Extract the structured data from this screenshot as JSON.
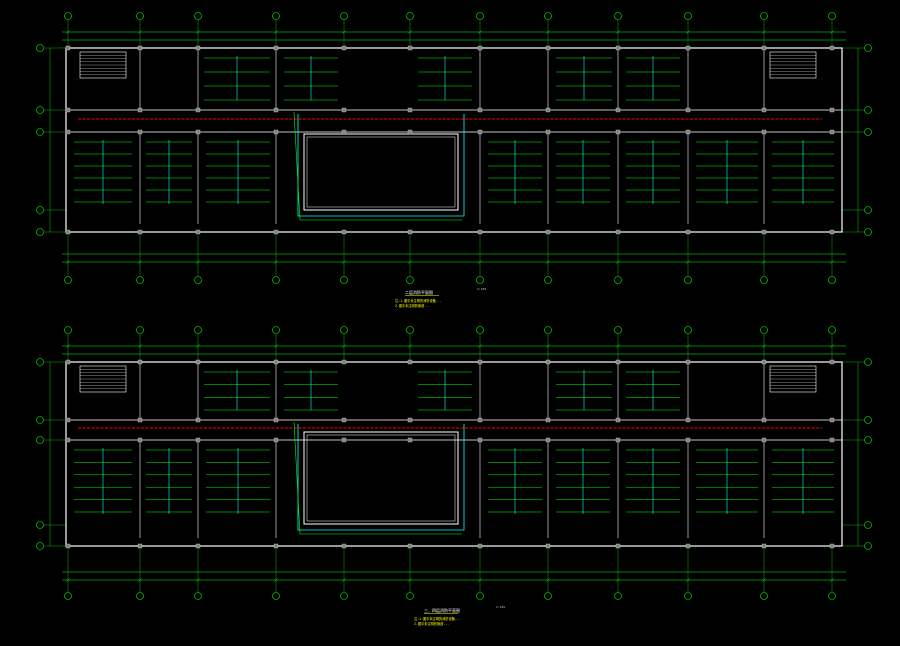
{
  "drawing": {
    "colors": {
      "background": "#000000",
      "dimension": "#00ff00",
      "grid_circle": "#00ff00",
      "wall": "#ffffff",
      "duct_main": "#ff0000",
      "branch_cyan": "#00ffff",
      "branch_green": "#00ff00",
      "note_text": "#ffff00",
      "column": "#c0c0c0"
    },
    "plans": [
      {
        "id": "plan-top",
        "title": "二层消防平面图",
        "scale": "1:125",
        "notes": [
          "注:1.图中未注明的消防设备...",
          "2.图中未注明的管道..."
        ]
      },
      {
        "id": "plan-bottom",
        "title": "三、四层消防平面图",
        "scale": "1:125",
        "notes": [
          "注:1.图中未注明的消防设备...",
          "2.图中未注明的管道..."
        ]
      }
    ]
  }
}
